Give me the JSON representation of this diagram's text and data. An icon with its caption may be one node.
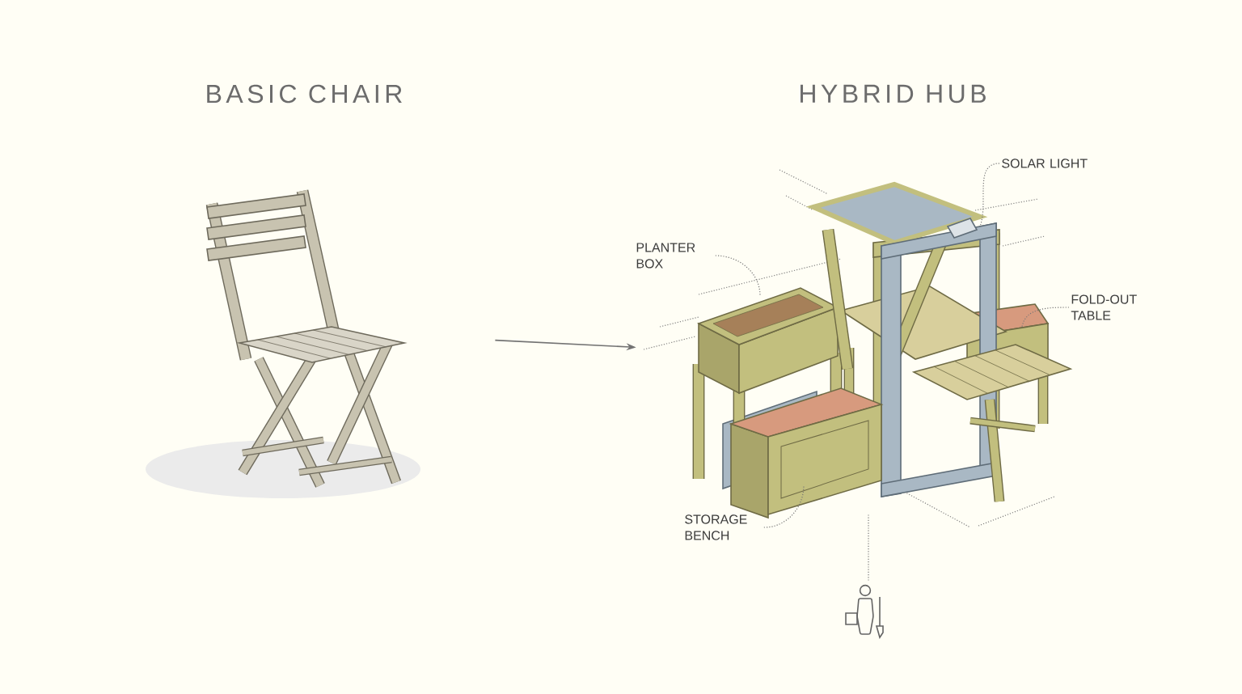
{
  "diagram": {
    "nodes": [
      {
        "text": [],
        "shape": "picture"
      },
      {
        "text": [],
        "shape": "picture"
      },
      {
        "text": [],
        "shape": "person"
      },
      {
        "text": [
          "PLANTER BOX"
        ]
      },
      {
        "text": [
          "SOLAR LIGHT"
        ]
      },
      {
        "text": [
          "FOLD-OUT TABLE"
        ]
      },
      {
        "text": [
          "STORAGE BENCH"
        ]
      }
    ],
    "edges": [
      {
        "from": 0,
        "to": 1,
        "arrow": "to"
      },
      {
        "from": 1,
        "to": 2,
        "arrow": "none",
        "style": "dashed"
      },
      {
        "from": 3,
        "to": 1,
        "arrow": "none",
        "style": "dashed"
      },
      {
        "from": 4,
        "to": 1,
        "arrow": "none",
        "style": "dashed"
      },
      {
        "from": 5,
        "to": 1,
        "arrow": "none",
        "style": "dashed"
      },
      {
        "from": 6,
        "to": 1,
        "arrow": "none",
        "style": "dashed"
      }
    ],
    "labels": [
      "BASIC CHAIR",
      "HYBRID HUB"
    ]
  }
}
